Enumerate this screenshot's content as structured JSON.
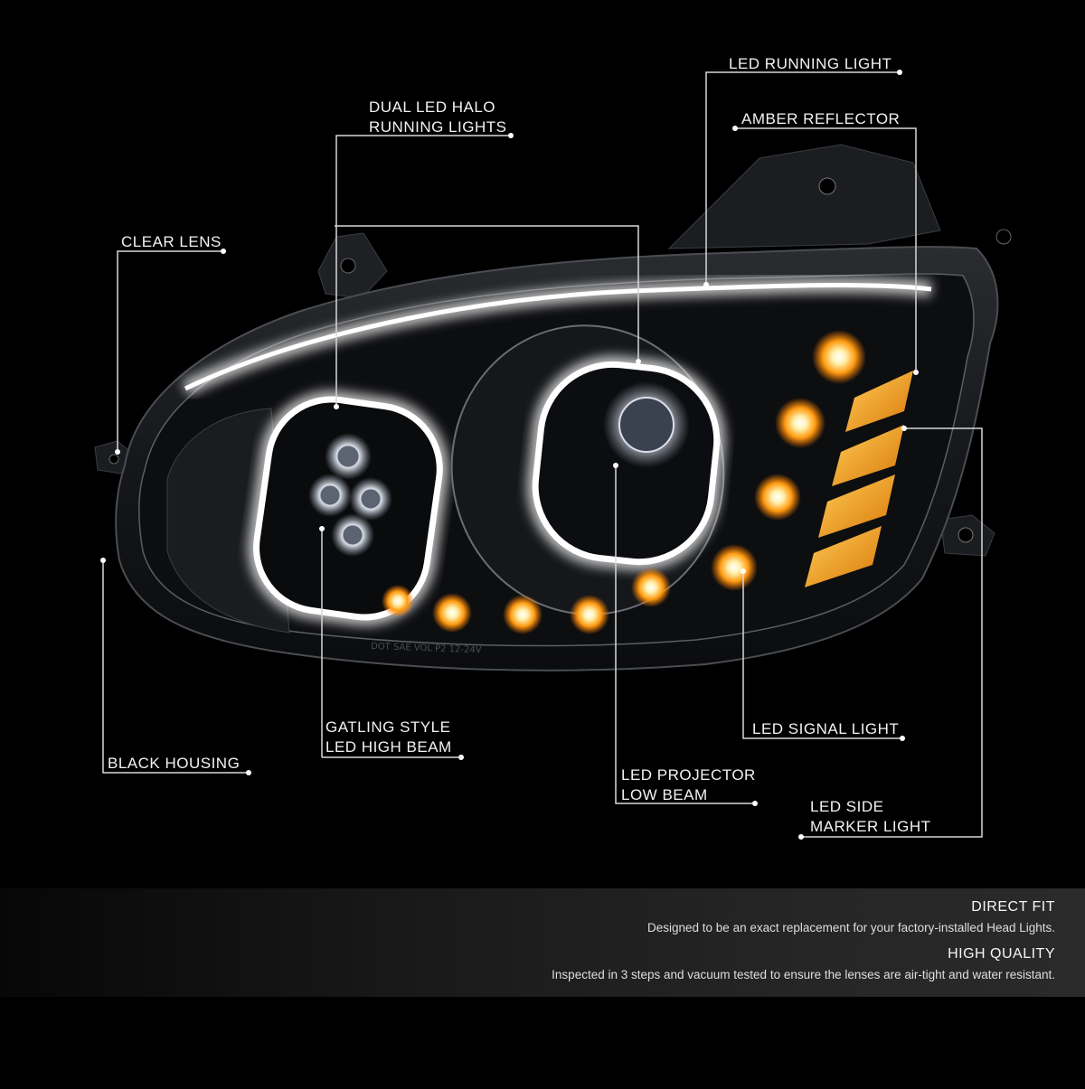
{
  "callouts": {
    "led_running_light": "LED RUNNING LIGHT",
    "dual_led_halo_line1": "DUAL LED HALO",
    "dual_led_halo_line2": "RUNNING LIGHTS",
    "amber_reflector": "AMBER REFLECTOR",
    "clear_lens": "CLEAR LENS",
    "gatling_line1": "GATLING STYLE",
    "gatling_line2": "LED HIGH BEAM",
    "black_housing": "BLACK HOUSING",
    "led_signal_light": "LED SIGNAL LIGHT",
    "led_projector_line1": "LED PROJECTOR",
    "led_projector_line2": "LOW BEAM",
    "led_side_marker_line1": "LED SIDE",
    "led_side_marker_line2": "MARKER LIGHT"
  },
  "features": [
    {
      "title": "DIRECT FIT",
      "text": "Designed to be an exact replacement for your factory-installed Head Lights."
    },
    {
      "title": "HIGH QUALITY",
      "text": "Inspected in 3 steps and vacuum tested to ensure the lenses are air-tight and water resistant."
    }
  ],
  "lens_stamp": "DOT SAE VOL P2 12-24V",
  "colors": {
    "background": "#000000",
    "amber": "#ffb020",
    "halo": "#ffffff",
    "leader": "#d8d8d8"
  }
}
